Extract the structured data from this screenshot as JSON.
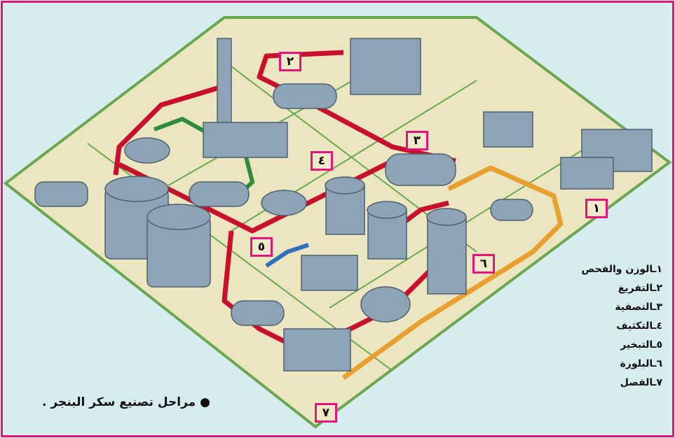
{
  "title": "مراحل تصنيع سكر البنجر .",
  "stage_markers": [
    "١",
    "٢",
    "٣",
    "٤",
    "٥",
    "٦",
    "٧"
  ],
  "legend": [
    "١ـالوزن والفحص",
    "٢ـالتفريغ",
    "٣ـالتصفية",
    "٤ـالتكثيف",
    "٥ـالتبخير",
    "٦ـالبلورة",
    "٧ـالفصل"
  ],
  "colors": {
    "frame": "#e4147c",
    "background": "#d7ecef",
    "plate": "#ece6c0",
    "plate_border": "#6aa84f",
    "pipe_red": "#c8102e",
    "pipe_orange": "#e8a030",
    "pipe_green": "#2e8b3a",
    "pipe_blue": "#2f6fc0",
    "machine": "#7f93a6"
  }
}
